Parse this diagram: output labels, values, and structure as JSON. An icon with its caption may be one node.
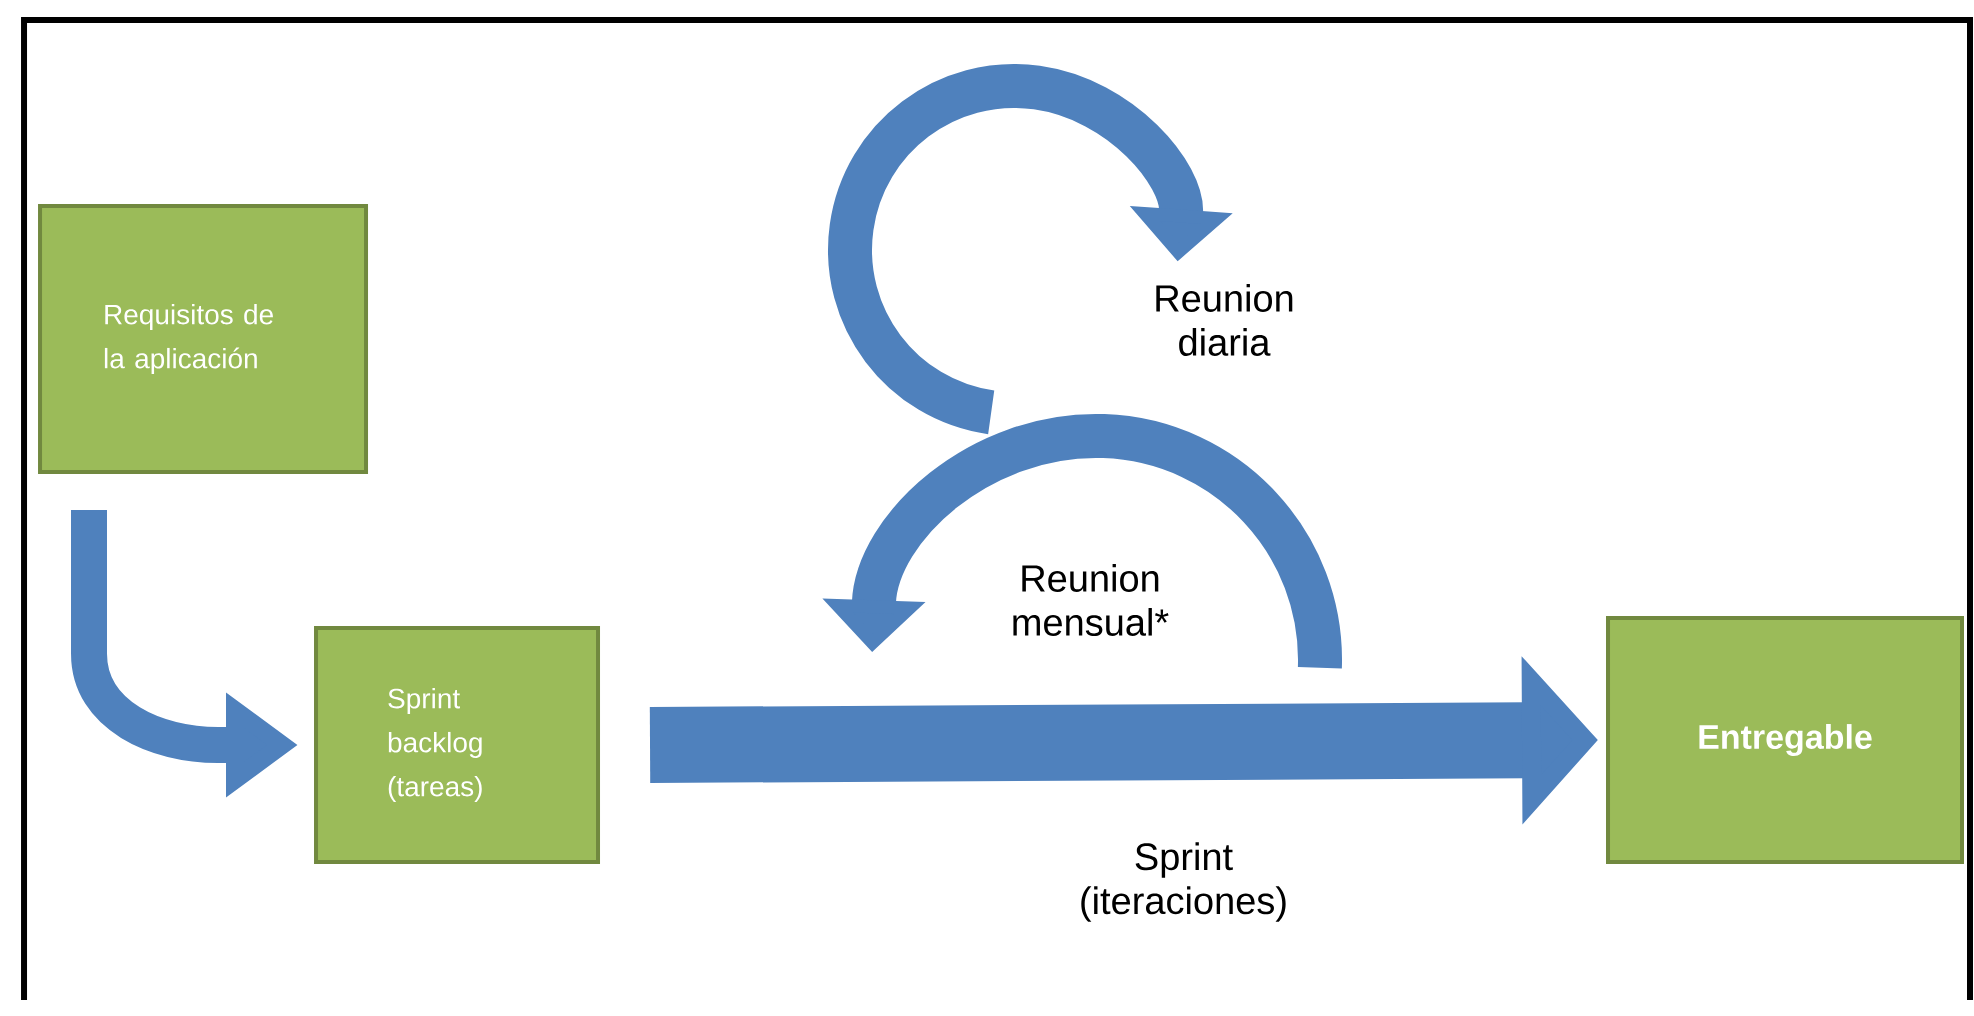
{
  "diagram": {
    "nodes": [
      {
        "text": [
          "Requisitos de la aplicación"
        ]
      },
      {
        "text": [
          "Sprint backlog (tareas)"
        ]
      },
      {
        "text": [
          "Entregable"
        ]
      }
    ],
    "edges": [
      {
        "from": 0,
        "to": 1,
        "arrow": "to"
      },
      {
        "from": 1,
        "to": 2,
        "arrow": "to",
        "label": "Sprint (iteraciones)",
        "style": "thick"
      }
    ],
    "labels": [
      "Reunion diaria",
      "Reunion mensual*"
    ]
  }
}
